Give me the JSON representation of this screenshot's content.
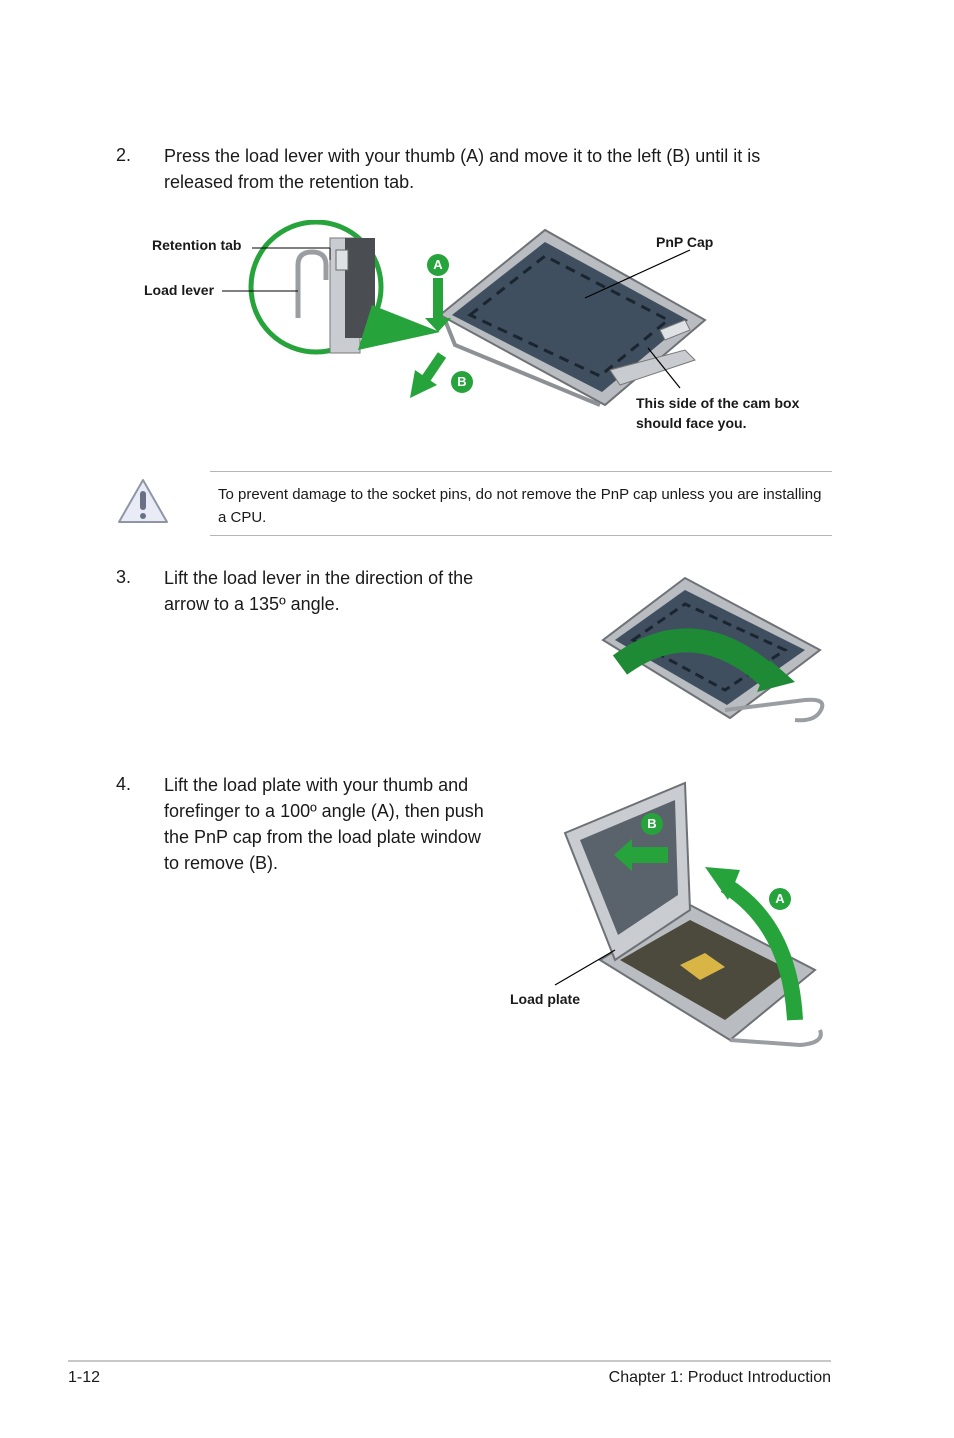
{
  "step2": {
    "number": "2.",
    "text": "Press the load lever with your thumb (A) and move it to the left (B) until it is released from the retention tab.",
    "labels": {
      "retention_tab": "Retention tab",
      "load_lever": "Load lever",
      "pnp_cap": "PnP Cap",
      "cam_box_line1": "This side of the cam box",
      "cam_box_line2": "should face you.",
      "badge_a": "A",
      "badge_b": "B"
    }
  },
  "caution": {
    "text": "To prevent damage to the socket pins, do not remove the PnP cap unless you are installing a CPU."
  },
  "step3": {
    "number": "3.",
    "text": "Lift the load lever in the direction of the arrow to a 135º angle."
  },
  "step4": {
    "number": "4.",
    "text": "Lift the load plate with your thumb and forefinger to a 100º angle (A), then push the PnP cap from the load plate window to remove (B).",
    "labels": {
      "load_plate": "Load plate",
      "badge_a": "A",
      "badge_b": "B"
    }
  },
  "footer": {
    "page_number": "1-12",
    "chapter": "Chapter 1: Product Introduction"
  },
  "colors": {
    "accent_green": "#27a33b",
    "socket_blue": "#3f4f5f",
    "metal": "#b9bcc0"
  }
}
